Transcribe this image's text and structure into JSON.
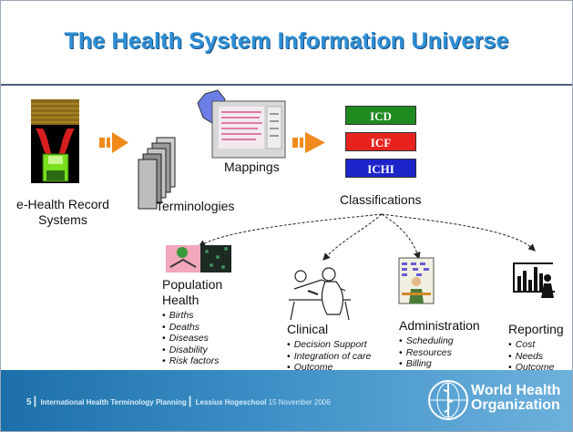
{
  "title": "The Health System Information Universe",
  "nodes": {
    "ehealth": "e-Health Record\nSystems",
    "terminologies": "Terminologies",
    "mappings": "Mappings",
    "classifications": "Classifications"
  },
  "classification_boxes": [
    {
      "label": "ICD",
      "color": "#1f8a1f"
    },
    {
      "label": "ICF",
      "color": "#e8231f"
    },
    {
      "label": "ICHI",
      "color": "#1c24c9"
    }
  ],
  "categories": {
    "population": {
      "title": "Population\nHealth",
      "items": [
        "Births",
        "Deaths",
        "Diseases",
        "Disability",
        "Risk factors"
      ]
    },
    "clinical": {
      "title": "Clinical",
      "items": [
        "Decision Support",
        "Integration of care",
        "Outcome"
      ]
    },
    "administration": {
      "title": "Administration",
      "items": [
        "Scheduling",
        "Resources",
        "Billing"
      ]
    },
    "reporting": {
      "title": "Reporting",
      "items": [
        "Cost",
        "Needs",
        "Outcome"
      ]
    }
  },
  "footer": {
    "page": "5",
    "event": "International Health Terminology Planning",
    "venue": "Lessius Hogeschool",
    "date": "15 November 2006",
    "org_line1": "World Health",
    "org_line2": "Organization"
  }
}
